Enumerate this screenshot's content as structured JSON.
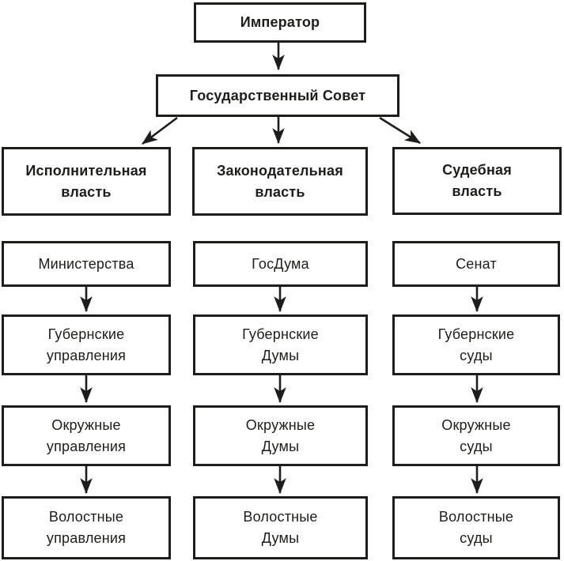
{
  "diagram": {
    "root": {
      "label": "Император"
    },
    "council": {
      "label": "Государственный Совет"
    },
    "branches": [
      {
        "header": "Исполнительная\nвласть",
        "levels": [
          "Министерства",
          "Губернские\nуправления",
          "Окружные\nуправления",
          "Волостные\nуправления"
        ]
      },
      {
        "header": "Законодательная\nвласть",
        "levels": [
          "ГосДума",
          "Губернские\nДумы",
          "Окружные\nДумы",
          "Волостные\nДумы"
        ]
      },
      {
        "header": "Судебная\nвласть",
        "levels": [
          "Сенат",
          "Губернские\nсуды",
          "Окружные\nсуды",
          "Волостные\nсуды"
        ]
      }
    ],
    "colors": {
      "ink": "#1d1d1b",
      "background": "#ffffff"
    }
  }
}
